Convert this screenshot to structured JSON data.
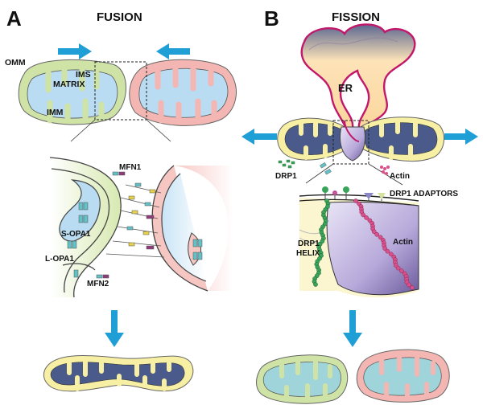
{
  "panels": {
    "a": {
      "letter": "A",
      "title": "FUSION",
      "labels": {
        "omm": "OMM",
        "ims": "IMS",
        "matrix": "MATRIX",
        "imm": "IMM",
        "mfn1": "MFN1",
        "s_opa1": "S-OPA1",
        "l_opa1": "L-OPA1",
        "mfn2": "MFN2"
      }
    },
    "b": {
      "letter": "B",
      "title": "FISSION",
      "labels": {
        "er": "ER",
        "drp1": "DRP1",
        "actin": "Actin",
        "drp1_adaptors": "DRP1 ADAPTORS",
        "drp1_helix_line1": "DRP1",
        "drp1_helix_line2": "HELIX",
        "actin_zoom": "Actin"
      }
    }
  },
  "colors": {
    "arrow": "#1f9fd6",
    "outer_green": "#cfe3a6",
    "outer_pink": "#f3b6b2",
    "outer_yellow": "#f7f0a4",
    "matrix_blue": "#b9dcf2",
    "matrix_navy": "#4a5a8a",
    "er_fill": "#fde3b8",
    "er_edge": "#c2186b",
    "drp1_green": "#3aa55a",
    "actin_pink": "#d9508a",
    "dome_purple": "#b5a6d8"
  }
}
